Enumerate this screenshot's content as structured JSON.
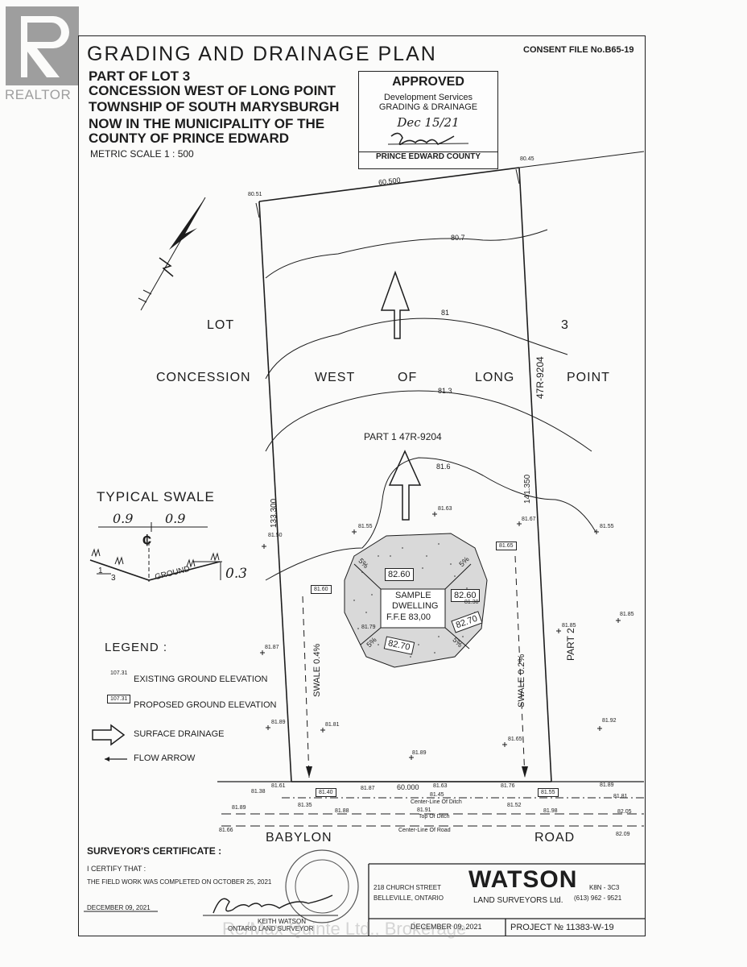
{
  "brand": {
    "realtor_text": "REALTOR",
    "watermark": "Re/Max Quinte Ltd., Brokerage"
  },
  "header": {
    "title": "GRADING AND DRAINAGE PLAN",
    "consent": "CONSENT FILE No.B65-19",
    "subtitle_lines": [
      "PART OF LOT 3",
      "CONCESSION WEST OF LONG POINT",
      "TOWNSHIP OF SOUTH MARYSBURGH",
      "NOW IN THE MUNICIPALITY OF THE",
      "COUNTY OF PRINCE EDWARD"
    ],
    "scale": "METRIC SCALE 1 : 500"
  },
  "stamp": {
    "approved": "APPROVED",
    "line1": "Development Services",
    "line2": "GRADING & DRAINAGE",
    "date": "Dec 15/21",
    "county": "PRINCE EDWARD COUNTY"
  },
  "plan": {
    "lot": "LOT",
    "lot_number": "3",
    "concession_words": [
      "CONCESSION",
      "WEST",
      "OF",
      "LONG",
      "POINT"
    ],
    "plan_ref": "47R-9204",
    "part1": "PART 1  47R-9204",
    "part2": "PART 2",
    "top_dim": "60.500",
    "left_dim": "133.300",
    "right_dim": "141.350",
    "bottom_dim": "60.000",
    "corner_tl": "80.51",
    "corner_tr": "80.45",
    "contours": [
      "80.7",
      "81",
      "81.3",
      "81.6"
    ],
    "dwelling": [
      "SAMPLE",
      "DWELLING",
      "F.F.E 83,00"
    ],
    "proposed": [
      "82.60",
      "82.60",
      "82.70",
      "82.70",
      "81.60",
      "81.65",
      "81.40",
      "81.55"
    ],
    "slopes": [
      "5%",
      "5%",
      "5%",
      "5%"
    ],
    "swale_left": "SWALE 0.4%",
    "swale_right": "SWALE 0.2%",
    "spot_elevations": [
      "81.55",
      "81.63",
      "81.67",
      "81.55",
      "81.50",
      "81.87",
      "81.89",
      "81.81",
      "81.89",
      "81.65",
      "81.92",
      "81.85",
      "81.85",
      "81.79",
      "81.30"
    ],
    "road_elevations": [
      "81.38",
      "81.61",
      "81.35",
      "81.87",
      "81.63",
      "81.45",
      "81.76",
      "81.52",
      "81.89",
      "81.81",
      "81.89",
      "81.88",
      "81.91",
      "81.98",
      "82.05",
      "81.66",
      "82.09"
    ],
    "ditch_label": "Center-Line Of Ditch",
    "top_ditch": "Top Of Ditch",
    "road_center": "Center-Line Of Road",
    "babylon": "BABYLON",
    "road": "ROAD"
  },
  "swale_detail": {
    "title": "TYPICAL SWALE",
    "dim_left": "0.9",
    "dim_right": "0.9",
    "cl": "¢",
    "ground": "GROUND",
    "depth": "0.3",
    "slope1": "1",
    "slope3": "3"
  },
  "legend": {
    "title": "LEGEND :",
    "items": [
      {
        "sample": "107.31",
        "text": "EXISTING GROUND ELEVATION"
      },
      {
        "sample": "107.31",
        "text": "PROPOSED GROUND ELEVATION"
      },
      {
        "sample": "",
        "text": "SURFACE DRAINAGE"
      },
      {
        "sample": "",
        "text": "FLOW ARROW"
      }
    ]
  },
  "certificate": {
    "title": "SURVEYOR'S CERTIFICATE :",
    "certify": "I CERTIFY THAT :",
    "fieldwork": "THE FIELD WORK WAS COMPLETED ON OCTOBER 25, 2021",
    "date": "DECEMBER 09, 2021",
    "signature": "Keith Watson",
    "name": "KEITH WATSON",
    "title2": "ONTARIO LAND SURVEYOR"
  },
  "company": {
    "address1": "218 CHURCH STREET",
    "address2": "BELLEVILLE, ONTARIO",
    "name": "WATSON",
    "sub": "LAND SURVEYORS Ltd.",
    "postal": "K8N - 3C3",
    "phone": "(613) 962 - 9521",
    "date": "DECEMBER 09, 2021",
    "project": "PROJECT № 11383-W-19"
  }
}
